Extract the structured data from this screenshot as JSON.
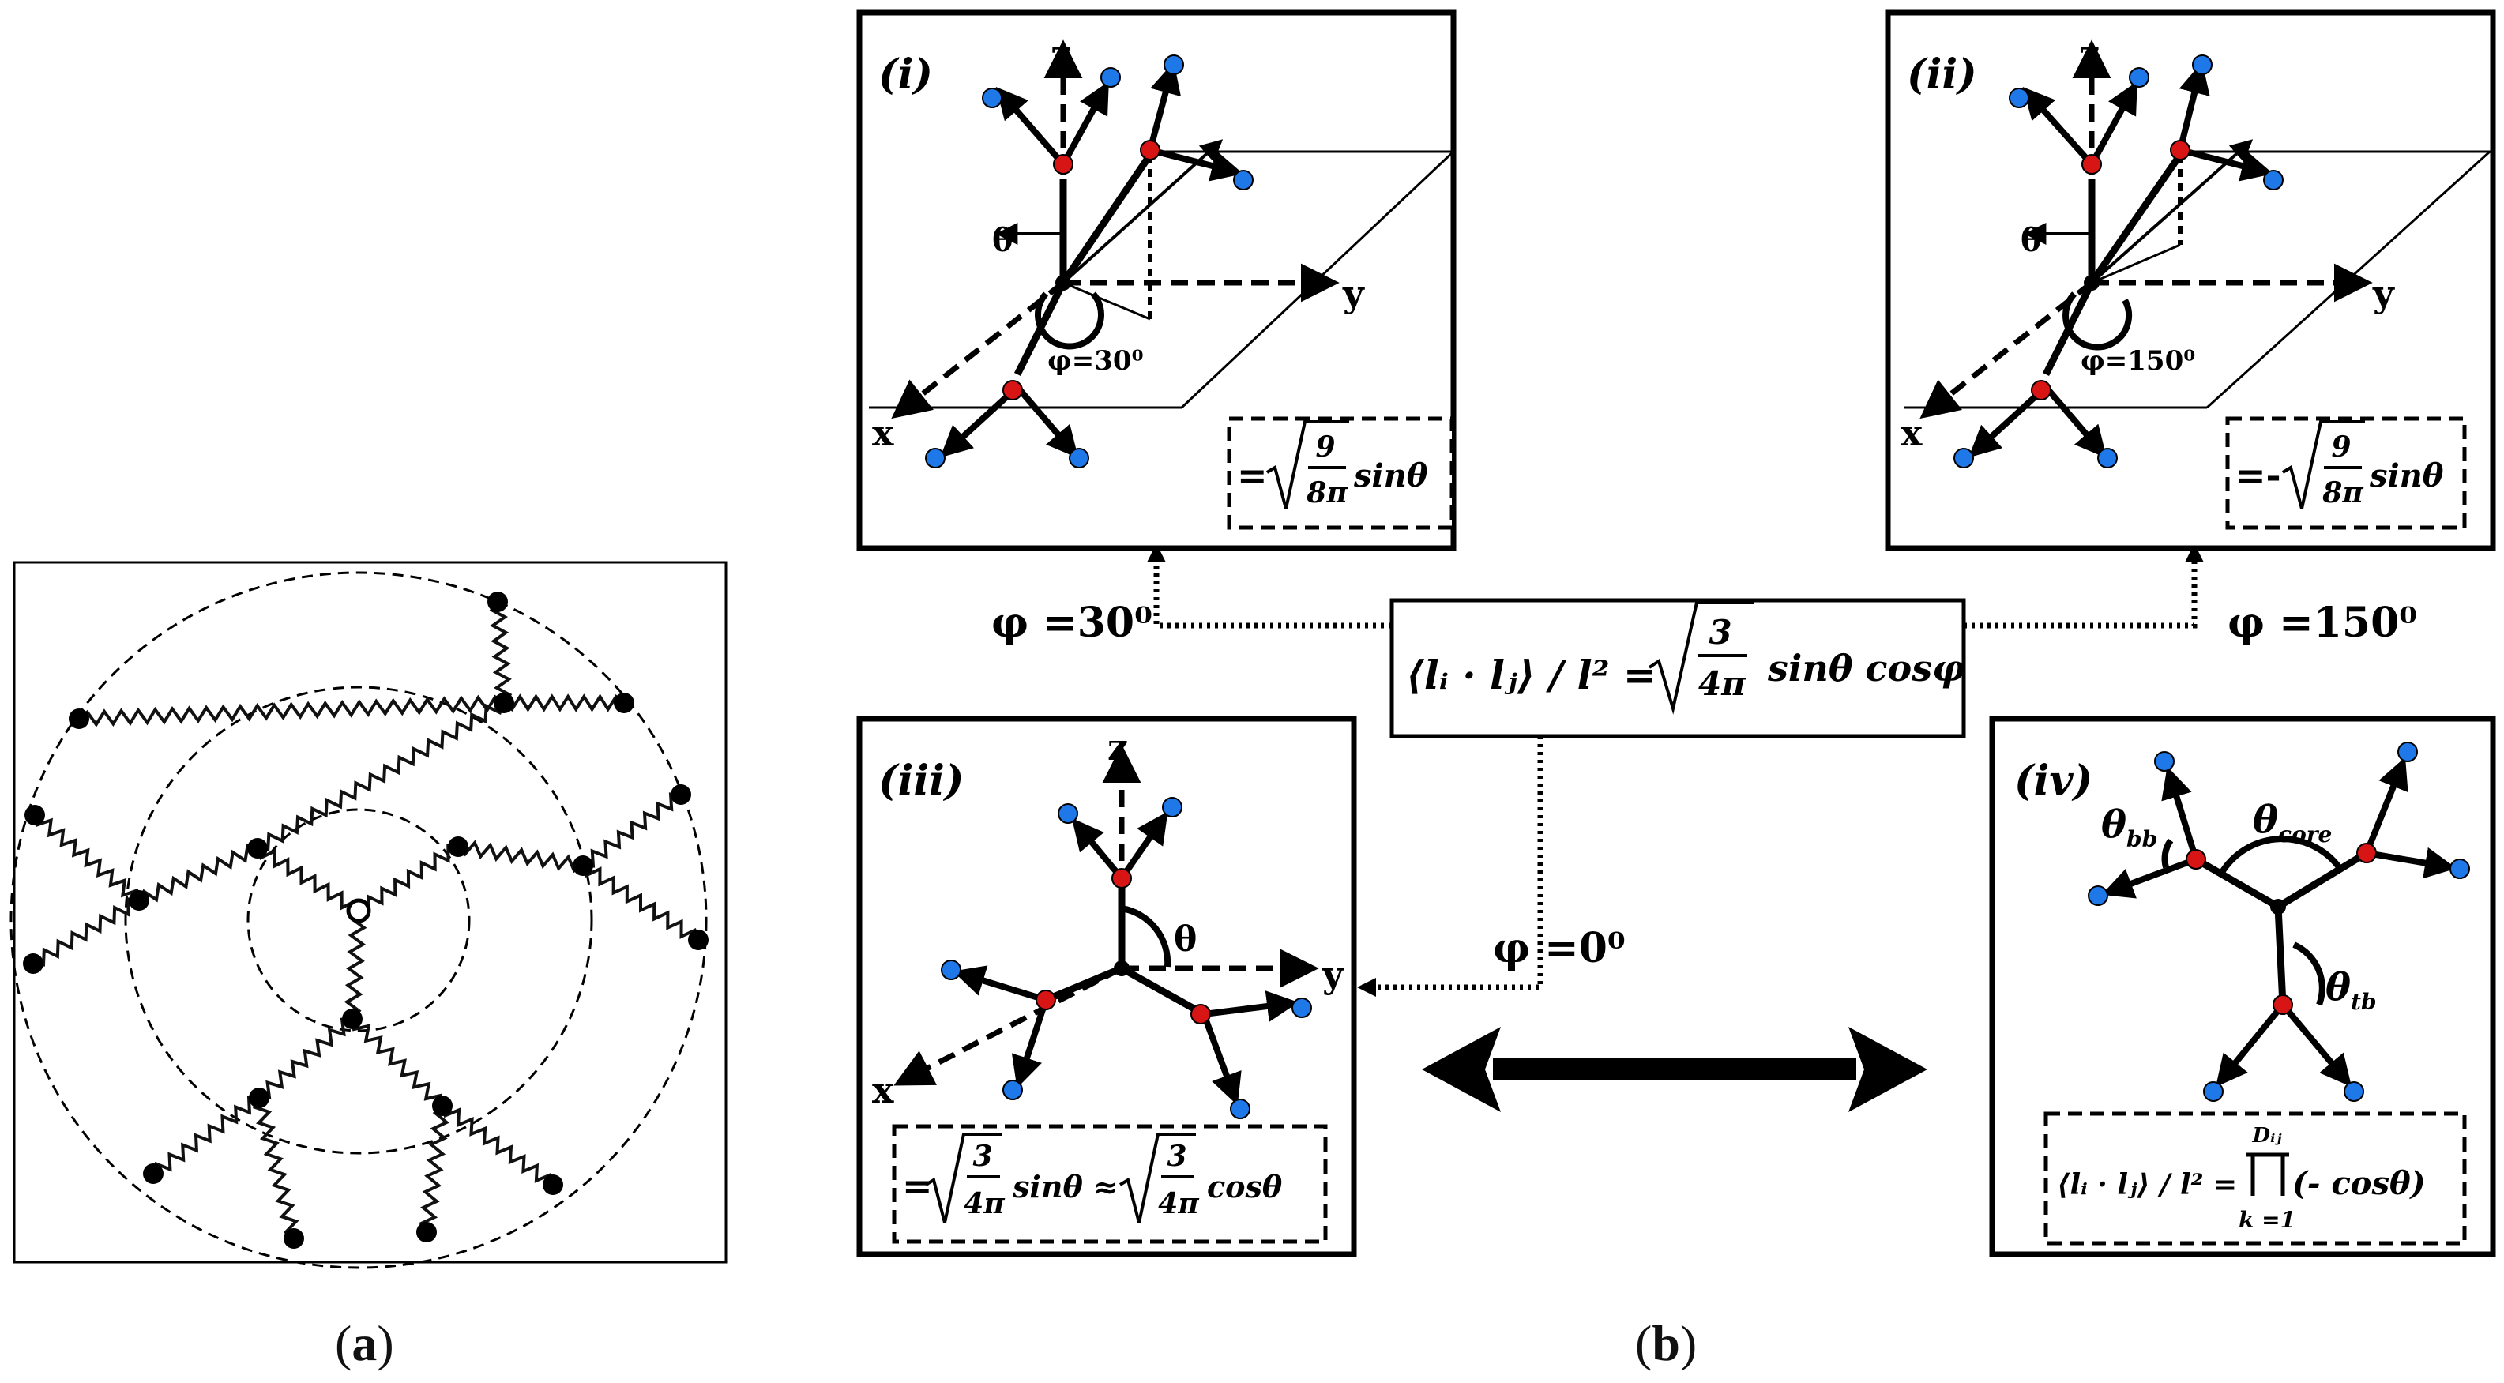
{
  "panel_a": {
    "caption_open": "(",
    "caption_letter": "a",
    "caption_close": ")"
  },
  "panel_b": {
    "caption_open": "(",
    "caption_letter": "b",
    "caption_close": ")"
  },
  "center_formula": {
    "lhs": "⟨lᵢ · lⱼ⟩ / l² =",
    "frac_num": "3",
    "frac_den": "4π",
    "rhs": "sinθ cosφ"
  },
  "phi_labels": {
    "left": "φ =30⁰",
    "right": "φ =150⁰",
    "bottom": "φ =0⁰"
  },
  "box_i": {
    "label": "(i)",
    "z": "z",
    "x": "x",
    "y": "y",
    "theta": "θ",
    "phi": "φ=30⁰",
    "formula_pre": "=",
    "frac_num": "9",
    "frac_den": "8π",
    "formula_post": "sinθ"
  },
  "box_ii": {
    "label": "(ii)",
    "z": "z",
    "x": "x",
    "y": "y",
    "theta": "θ",
    "phi": "φ=150⁰",
    "formula_pre": "=-",
    "frac_num": "9",
    "frac_den": "8π",
    "formula_post": "sinθ"
  },
  "box_iii": {
    "label": "(iii)",
    "z": "z",
    "x": "x",
    "y": "y",
    "theta": "θ",
    "f_pre": "=",
    "f_num": "3",
    "f_den": "4π",
    "f_mid": "sinθ ≈",
    "f_num2": "3",
    "f_den2": "4π",
    "f_post": "cosθ"
  },
  "box_iv": {
    "label": "(iv)",
    "theta_bb": "θ",
    "theta_bb_sub": "bb",
    "theta_core": "θ",
    "theta_core_sub": "core",
    "theta_tb": "θ",
    "theta_tb_sub": "tb",
    "f_lhs": "⟨lᵢ · lⱼ⟩ / l² =",
    "f_prod_top": "Dᵢⱼ",
    "f_prod_bot": "k =1",
    "f_rhs": "(- cosθ)"
  },
  "colors": {
    "red": "#d81515",
    "blue": "#1f78e8",
    "black": "#000000"
  }
}
